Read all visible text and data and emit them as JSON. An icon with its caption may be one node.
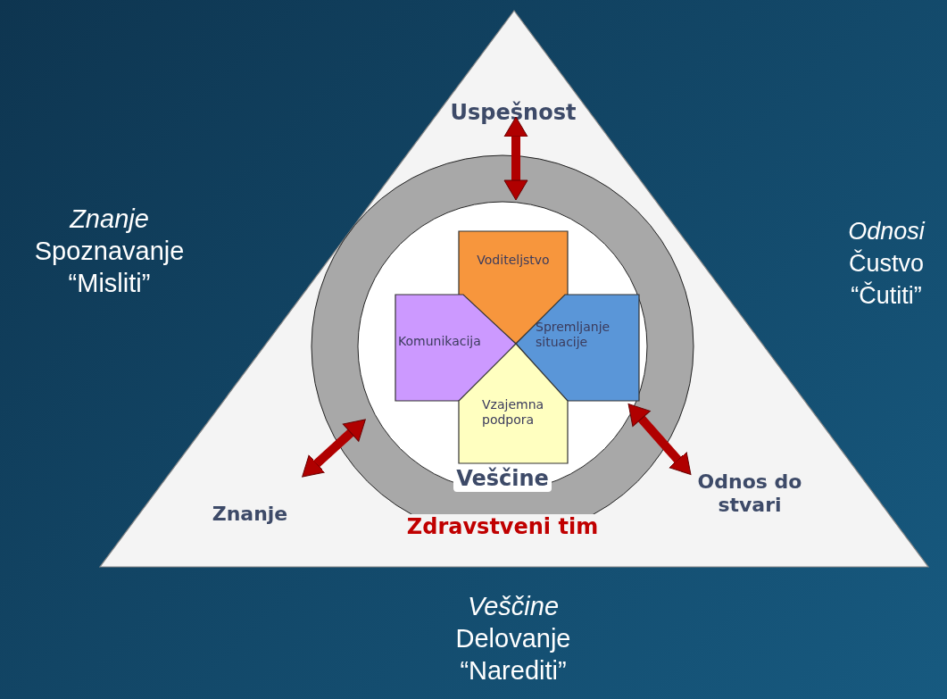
{
  "diagram": {
    "nodes": [
      {
        "text": [],
        "shape": "triangle"
      },
      {
        "text": [
          "Veščine",
          "Zdravstveni tim"
        ],
        "in": 0
      },
      {
        "text": [
          "Uspešnost"
        ],
        "in": 0
      },
      {
        "text": [
          "Znanje"
        ],
        "in": 0
      },
      {
        "text": [
          "Odnos do stvari"
        ],
        "in": 0
      },
      {
        "text": [
          "Voditeljstvo"
        ],
        "in": 1
      },
      {
        "text": [
          "Komunikacija"
        ],
        "in": 1
      },
      {
        "text": [
          "Spremljanje situacije"
        ],
        "in": 1
      },
      {
        "text": [
          "Vzajemna podpora"
        ],
        "in": 1
      }
    ],
    "edges": [
      {
        "from": 1,
        "to": 2,
        "arrow": "both"
      },
      {
        "from": 1,
        "to": 3,
        "arrow": "both"
      },
      {
        "from": 1,
        "to": 4,
        "arrow": "both"
      }
    ],
    "labels": [
      "Znanje",
      "Spoznavanje",
      "“Misliti”",
      "Odnosi",
      "Čustvo",
      "“Čutiti”",
      "Veščine",
      "Delovanje",
      "“Narediti”"
    ]
  }
}
